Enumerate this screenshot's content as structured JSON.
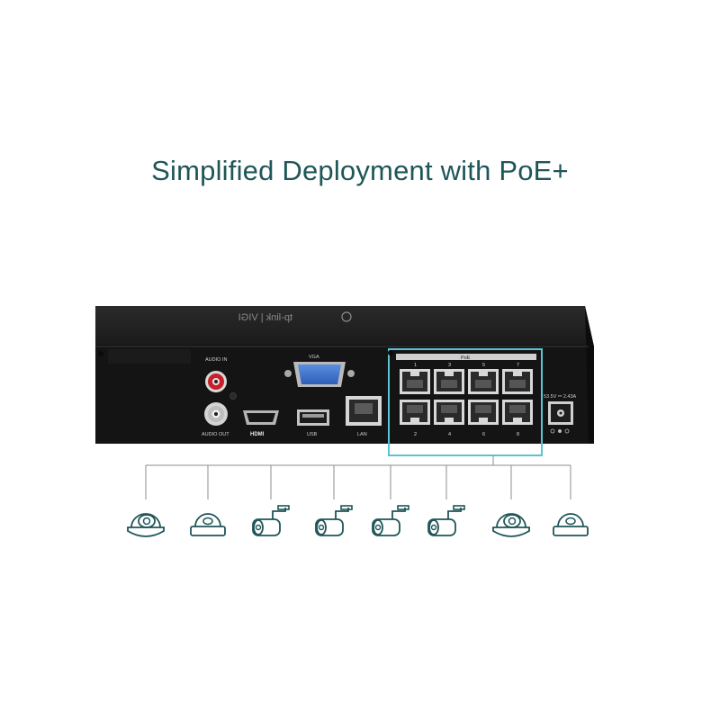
{
  "headline": "Simplified Deployment with PoE+",
  "device": {
    "brand": "tp-link | VIGI",
    "ports": {
      "audio_in": "AUDIO IN",
      "audio_out": "AUDIO OUT",
      "vga": "VGA",
      "hdmi": "HDMI",
      "usb": "USB",
      "lan": "LAN",
      "poe_header": "PoE",
      "poe_top_numbers": [
        "1",
        "3",
        "5",
        "7"
      ],
      "poe_bottom_numbers": [
        "2",
        "4",
        "6",
        "8"
      ],
      "power_rating": "53.5V ⎓ 2.43A"
    }
  },
  "cameras": [
    {
      "type": "turret-camera-icon"
    },
    {
      "type": "dome-camera-icon"
    },
    {
      "type": "bullet-camera-icon"
    },
    {
      "type": "bullet-camera-icon"
    },
    {
      "type": "bullet-camera-icon"
    },
    {
      "type": "bullet-camera-icon"
    },
    {
      "type": "turret-camera-icon"
    },
    {
      "type": "dome-camera-icon"
    }
  ],
  "colors": {
    "accent": "#1f5658",
    "poe_highlight": "#5bc3d3",
    "device_body": "#161616"
  }
}
